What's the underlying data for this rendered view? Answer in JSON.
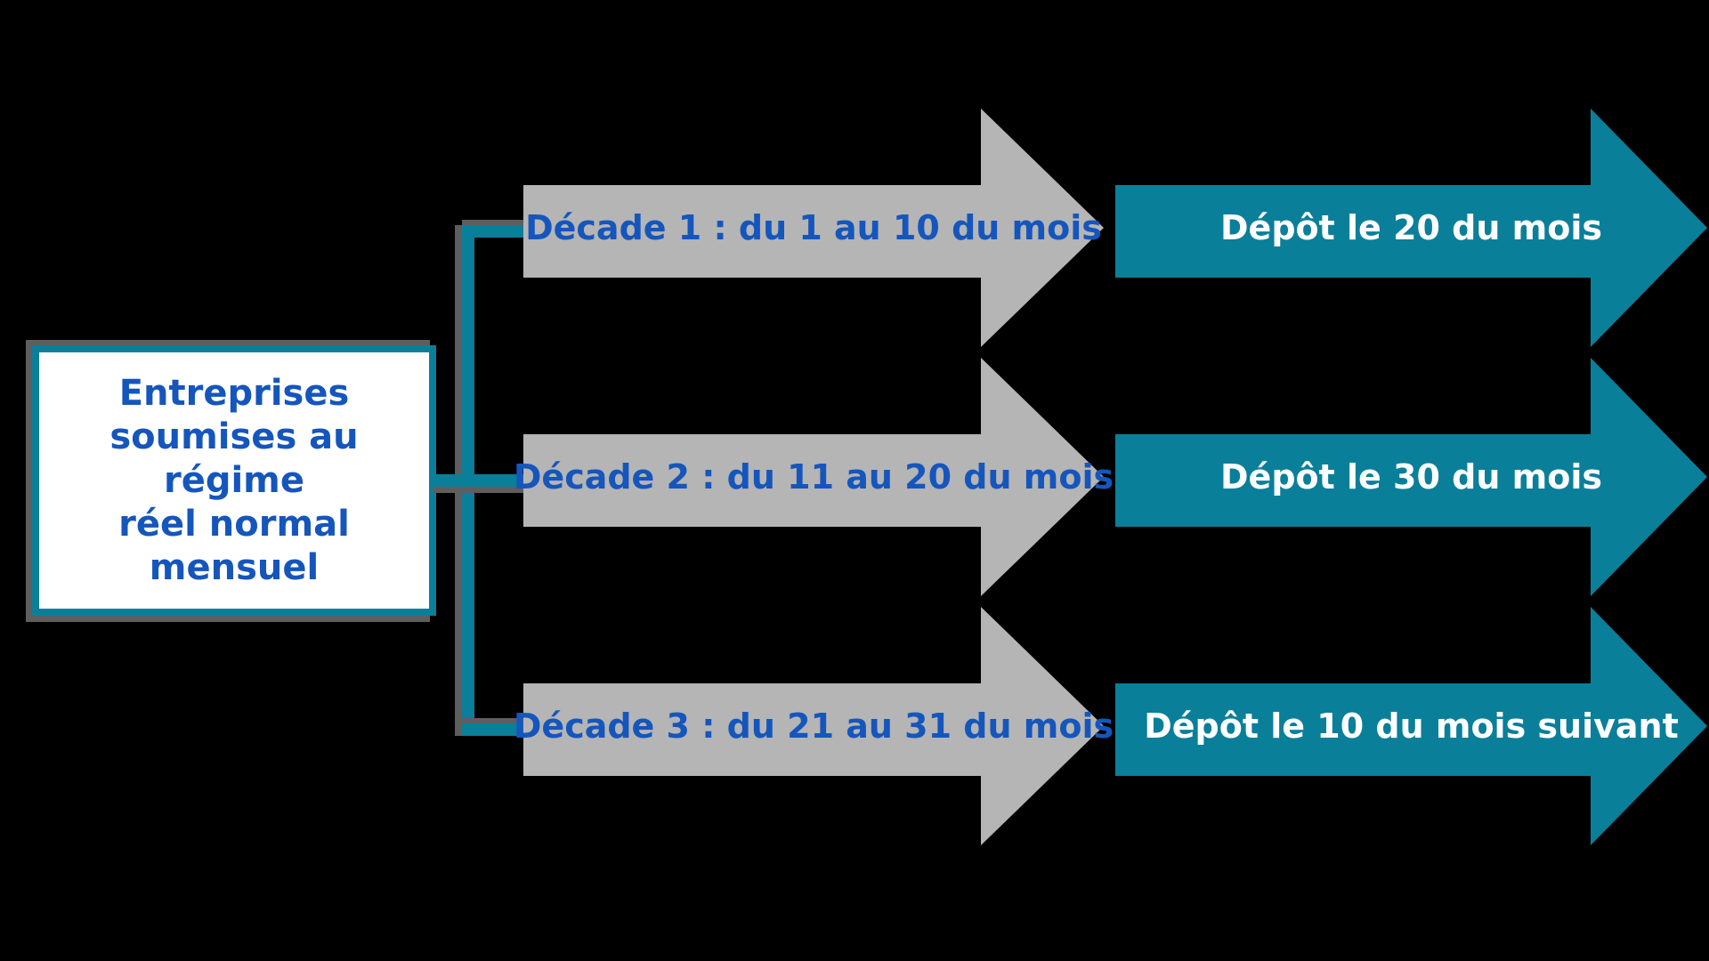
{
  "colors": {
    "background": "#000000",
    "teal": "#0a7f9a",
    "gray_arrow": "#b5b5b5",
    "blue_text": "#1556bd",
    "white_text": "#ffffff",
    "shadow": "#5e5e5e"
  },
  "root_box": {
    "lines": [
      "Entreprises",
      "soumises au",
      "régime",
      "réel normal",
      "mensuel"
    ]
  },
  "rows": [
    {
      "decade_label": "Décade 1 : du 1 au 10 du mois",
      "deposit_label": "Dépôt le 20 du mois"
    },
    {
      "decade_label": "Décade 2 : du 11 au 20 du mois",
      "deposit_label": "Dépôt le 30 du mois"
    },
    {
      "decade_label": "Décade 3 : du 21 au 31 du mois",
      "deposit_label": "Dépôt le 10 du mois suivant"
    }
  ]
}
